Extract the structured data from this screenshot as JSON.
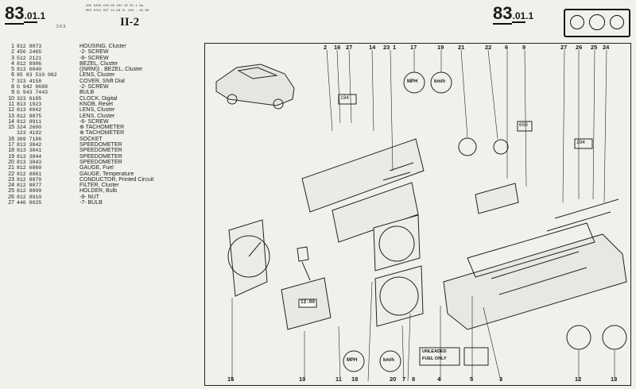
{
  "header": {
    "section_number": "83",
    "section_sub": ".01",
    "section_suffix": ".1",
    "small_ref": "2 0 3",
    "model_code": "II-2",
    "tiny_line_1": "205 5205-103-05 102 10 01 1 0a",
    "tiny_line_2": "REV 8714 037 11-08 CL 103 - 45 08"
  },
  "parts": [
    {
      "n": "1",
      "pn": "812 8873",
      "desc": "HOUSING, Cluster"
    },
    {
      "n": "2",
      "pn": "450 2465",
      "desc": "-2- SCREW"
    },
    {
      "n": "3",
      "pn": "512 2121",
      "desc": "-8- SCREW"
    },
    {
      "n": "4",
      "pn": "812 8906",
      "desc": "BEZEL, Cluster"
    },
    {
      "n": "5",
      "pn": "813 0040",
      "desc": "((NRM)) . BEZEL, Cluster"
    },
    {
      "n": "6",
      "pn": "85 83 510 062",
      "desc": "LENS, Cluster"
    },
    {
      "n": "7",
      "pn": "323 4158",
      "desc": "COVER, Shift Dial"
    },
    {
      "n": "8",
      "pn": "G 942 0688",
      "desc": "-2- SCREW"
    },
    {
      "n": "9",
      "pn": "G 943 7443",
      "desc": "BULB"
    },
    {
      "n": "10",
      "pn": "323 6185",
      "desc": "CLOCK, Digital"
    },
    {
      "n": "11",
      "pn": "813 1923",
      "desc": "KNOB, Reset"
    },
    {
      "n": "12",
      "pn": "813 0042",
      "desc": "LENS, Cluster"
    },
    {
      "n": "13",
      "pn": "812 8875",
      "desc": "LENS, Cluster"
    },
    {
      "n": "14",
      "pn": "812 8911",
      "desc": "-6- SCREW"
    },
    {
      "n": "15",
      "pn": "324 2600",
      "desc": "⊕ TACHOMETER"
    },
    {
      "n": "",
      "pn": "323 4192",
      "desc": "⊕ TACHOMETER"
    },
    {
      "n": "16",
      "pn": "369 7186",
      "desc": "SOCKET"
    },
    {
      "n": "17",
      "pn": "813 3842",
      "desc": "SPEEDOMETER"
    },
    {
      "n": "18",
      "pn": "813 3841",
      "desc": "SPEEDOMETER"
    },
    {
      "n": "19",
      "pn": "813 3844",
      "desc": "SPEEDOMETER"
    },
    {
      "n": "20",
      "pn": "813 3843",
      "desc": "SPEEDOMETER"
    },
    {
      "n": "21",
      "pn": "812 6860",
      "desc": "GAUGE, Fuel"
    },
    {
      "n": "22",
      "pn": "812 8861",
      "desc": "GAUGE, Temperature"
    },
    {
      "n": "23",
      "pn": "812 8879",
      "desc": "CONDUCTOR, Printed Circuit"
    },
    {
      "n": "24",
      "pn": "812 8077",
      "desc": "FILTER, Cluster"
    },
    {
      "n": "25",
      "pn": "812 8009",
      "desc": "HOLDER, Bulb"
    },
    {
      "n": "26",
      "pn": "812 8910",
      "desc": "-8- NUT"
    },
    {
      "n": "27",
      "pn": "446 8025",
      "desc": "-7- BULB"
    }
  ],
  "diagram": {
    "top_callouts": [
      "2",
      "16",
      "27",
      "14",
      "23",
      "1",
      "17",
      "19",
      "21",
      "22",
      "6",
      "9",
      "27",
      "26",
      "25",
      "24"
    ],
    "bottom_callouts": [
      "15",
      "10",
      "11",
      "18",
      "20",
      "7",
      "8",
      "4",
      "5",
      "3",
      "12",
      "13"
    ],
    "ref_boxes": [
      "194",
      "658",
      "194"
    ],
    "mph_label": "MPH",
    "kmh_label": "km/h",
    "unleaded_line1": "UNLEADED",
    "unleaded_line2": "FUEL ONLY",
    "clock_display": "12:00"
  }
}
